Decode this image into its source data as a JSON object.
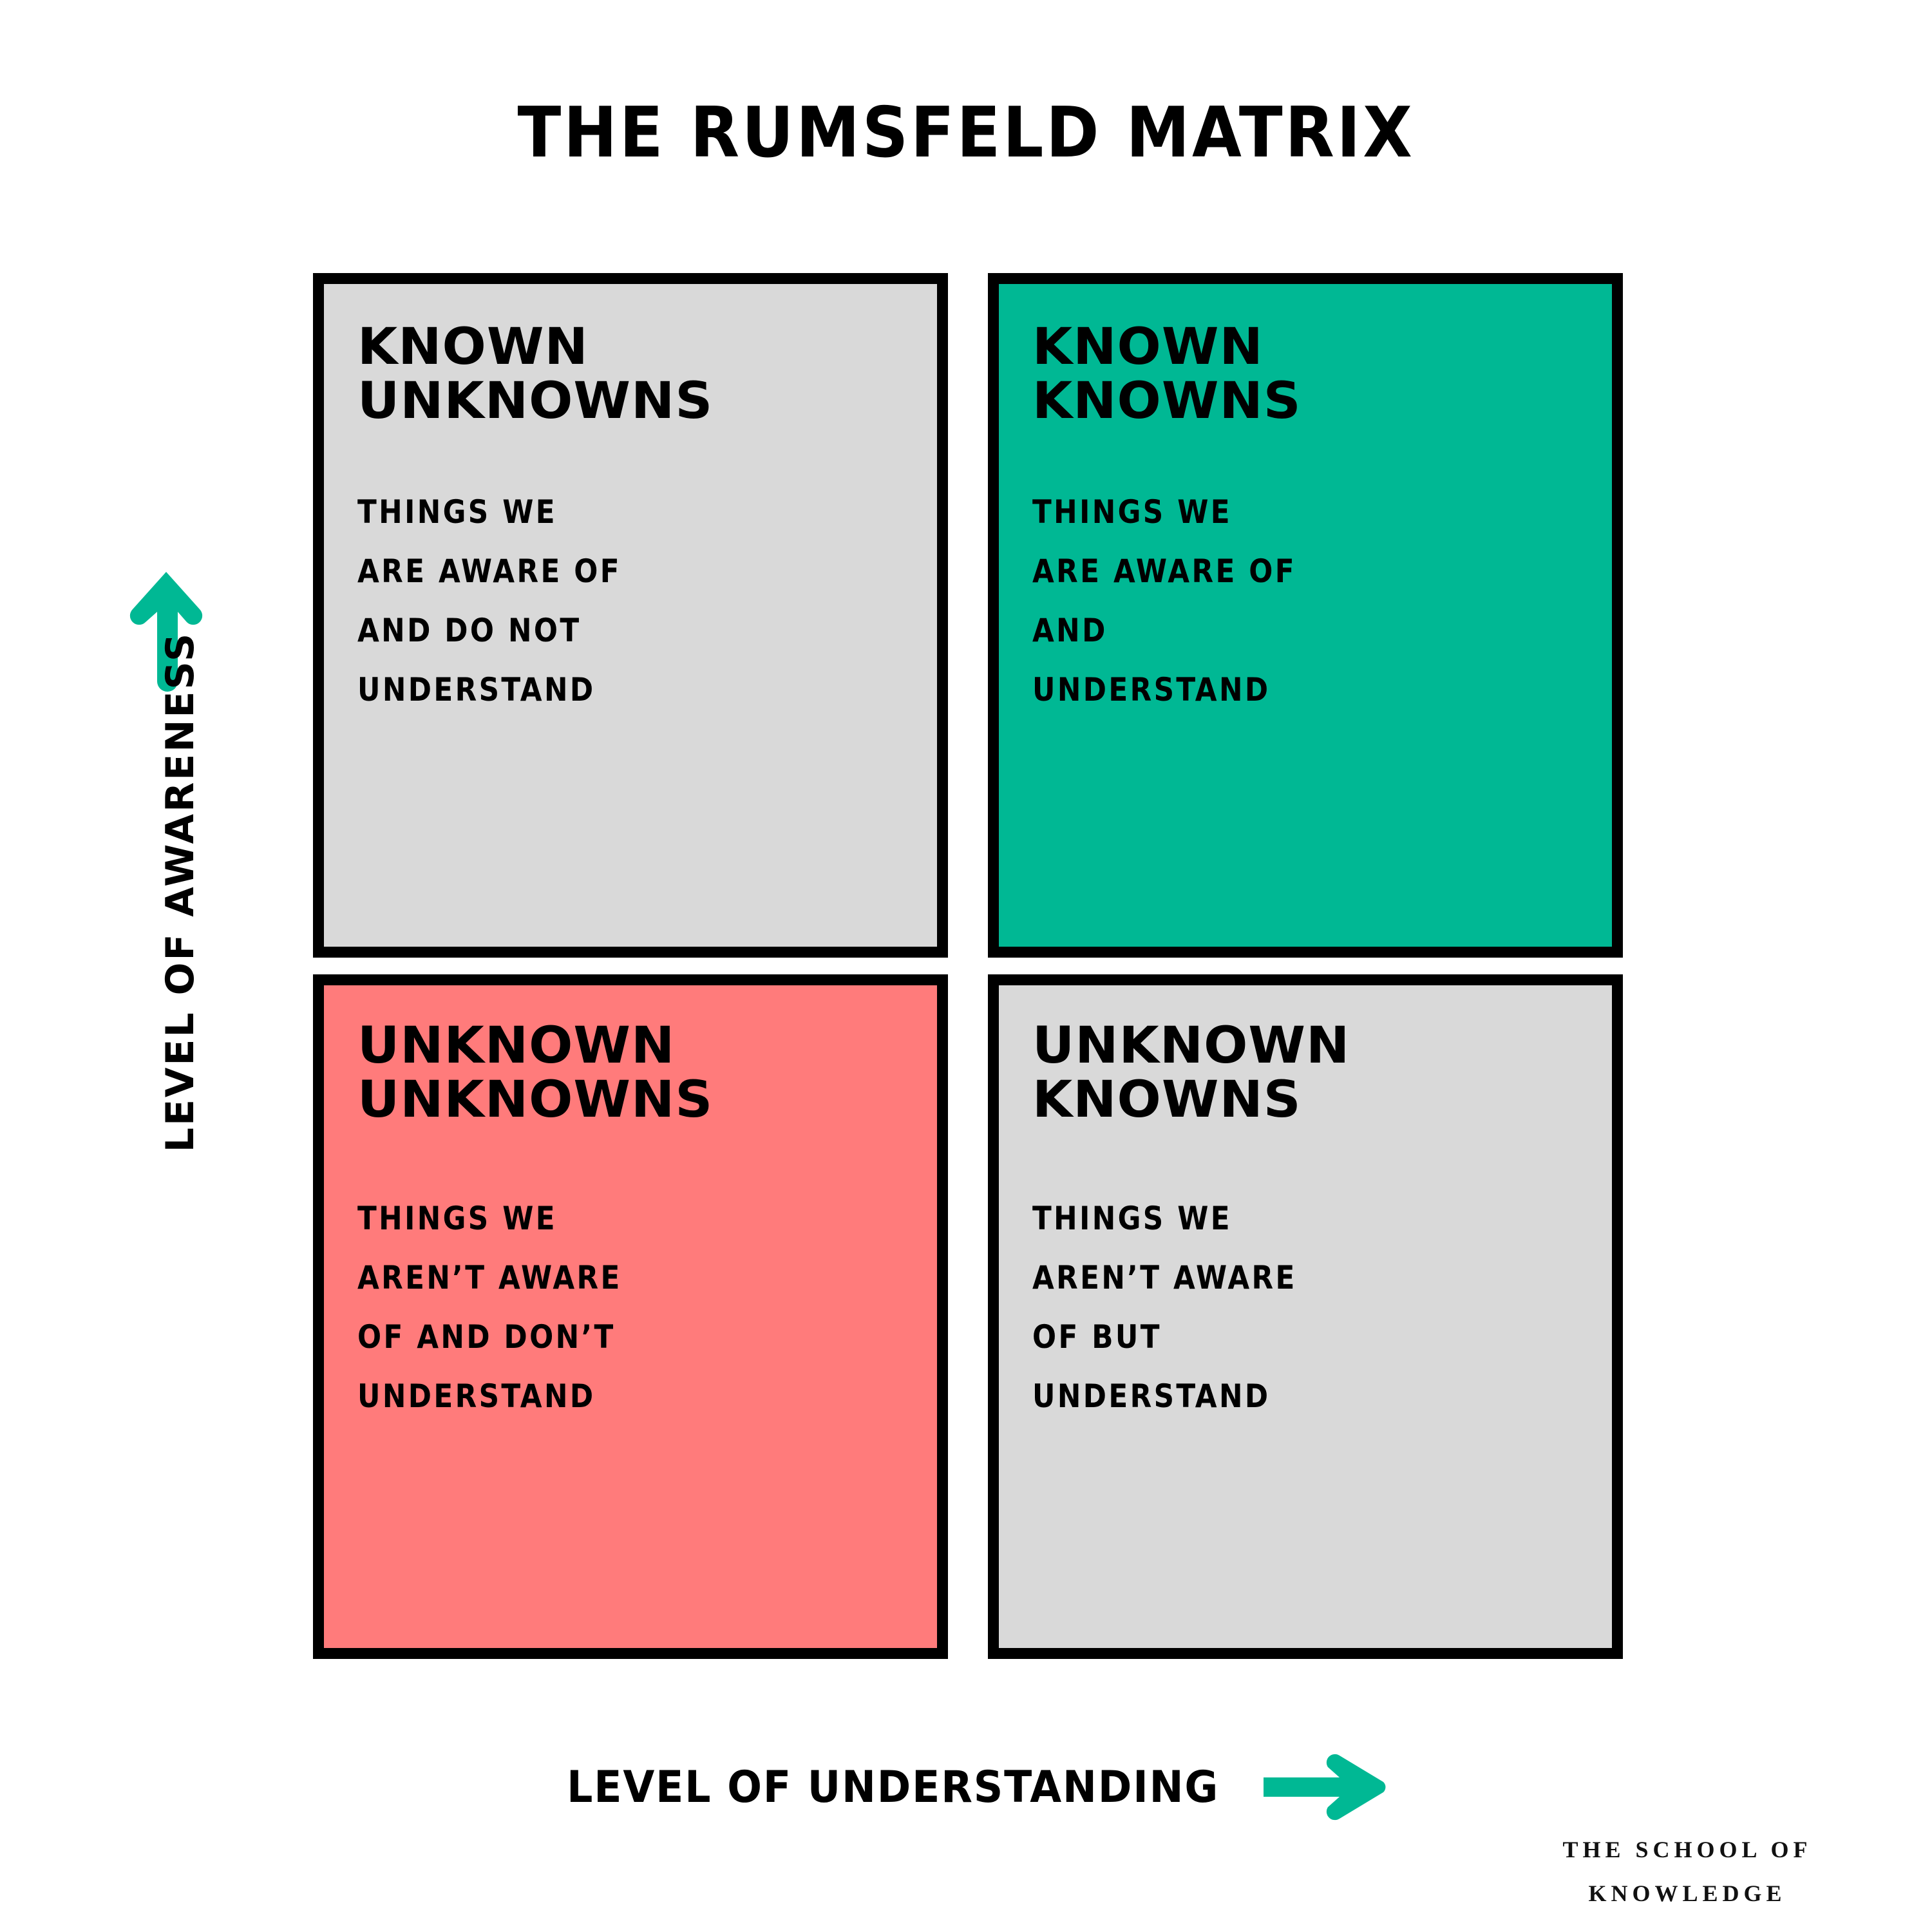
{
  "title": "THE RUMSFELD MATRIX",
  "colors": {
    "teal": "#00b894",
    "coral": "#ff7b7b",
    "gray": "#d9d9d9",
    "ink": "#000000",
    "background": "#ffffff"
  },
  "axes": {
    "y": {
      "label": "LEVEL OF AWARENESS",
      "arrow_icon": "arrow-up-icon",
      "direction": "up"
    },
    "x": {
      "label": "LEVEL OF UNDERSTANDING",
      "arrow_icon": "arrow-right-icon",
      "direction": "right"
    }
  },
  "quadrants": [
    {
      "key": "known-unknowns",
      "heading": "KNOWN\nUNKNOWNS",
      "body": "THINGS WE\nARE AWARE OF\nAND DO NOT\nUNDERSTAND",
      "fill": "gray",
      "position": "top-left"
    },
    {
      "key": "known-knowns",
      "heading": "KNOWN\nKNOWNS",
      "body": "THINGS WE\nARE AWARE OF\nAND\nUNDERSTAND",
      "fill": "teal",
      "position": "top-right"
    },
    {
      "key": "unknown-unknowns",
      "heading": "UNKNOWN\nUNKNOWNS",
      "body": "THINGS WE\nAREN’T AWARE\nOF AND DON’T\nUNDERSTAND",
      "fill": "coral",
      "position": "bottom-left"
    },
    {
      "key": "unknown-knowns",
      "heading": "UNKNOWN\nKNOWNS",
      "body": "THINGS WE\nAREN’T AWARE\nOF BUT\nUNDERSTAND",
      "fill": "gray",
      "position": "bottom-right"
    }
  ],
  "brand": {
    "line1": "THE SCHOOL OF",
    "line2": "KNOWLEDGE"
  }
}
